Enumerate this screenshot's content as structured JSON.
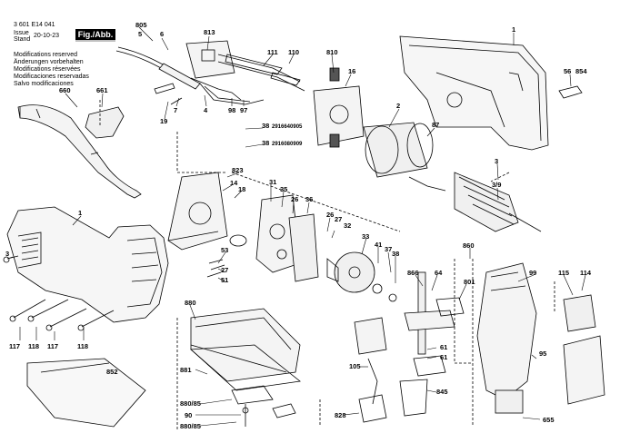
{
  "header": {
    "doc_number": "3 601 E14 041",
    "issue_label": "Issue",
    "stand_label": "Stand",
    "issue_date": "20-10-23",
    "figure_label": "Fig./Abb. 1"
  },
  "notes": [
    "Modifications reserved",
    "Änderungen vorbehalten",
    "Modifications réservées",
    "Modificaciones reservadas",
    "Salvo modificaciones"
  ],
  "part_labels": [
    "805",
    "5",
    "6",
    "813",
    "111",
    "110",
    "810",
    "16",
    "1",
    "56",
    "854",
    "660",
    "661",
    "19",
    "7",
    "4",
    "98",
    "97",
    "2",
    "87",
    "38",
    "2916640905",
    "38",
    "2916080909",
    "823",
    "14",
    "18",
    "31",
    "35",
    "26",
    "36",
    "26",
    "27",
    "32",
    "3",
    "3/9",
    "1",
    "3",
    "33",
    "41",
    "37",
    "38",
    "53",
    "27",
    "51",
    "860",
    "866",
    "64",
    "801",
    "99",
    "115",
    "114",
    "880",
    "95",
    "117",
    "118",
    "117",
    "118",
    "852",
    "881",
    "105",
    "61",
    "61",
    "845",
    "880/85",
    "90",
    "880/85",
    "828",
    "655"
  ],
  "colors": {
    "line": "#000000",
    "paper": "#ffffff",
    "fig_box": "#000000"
  },
  "icons": [
    "jigsaw-housing-left",
    "jigsaw-housing-right",
    "motor-stator",
    "armature",
    "dust-extraction-nozzle",
    "base-plate",
    "switch-module",
    "lifting-rod",
    "gear",
    "saw-blade-clamp"
  ]
}
